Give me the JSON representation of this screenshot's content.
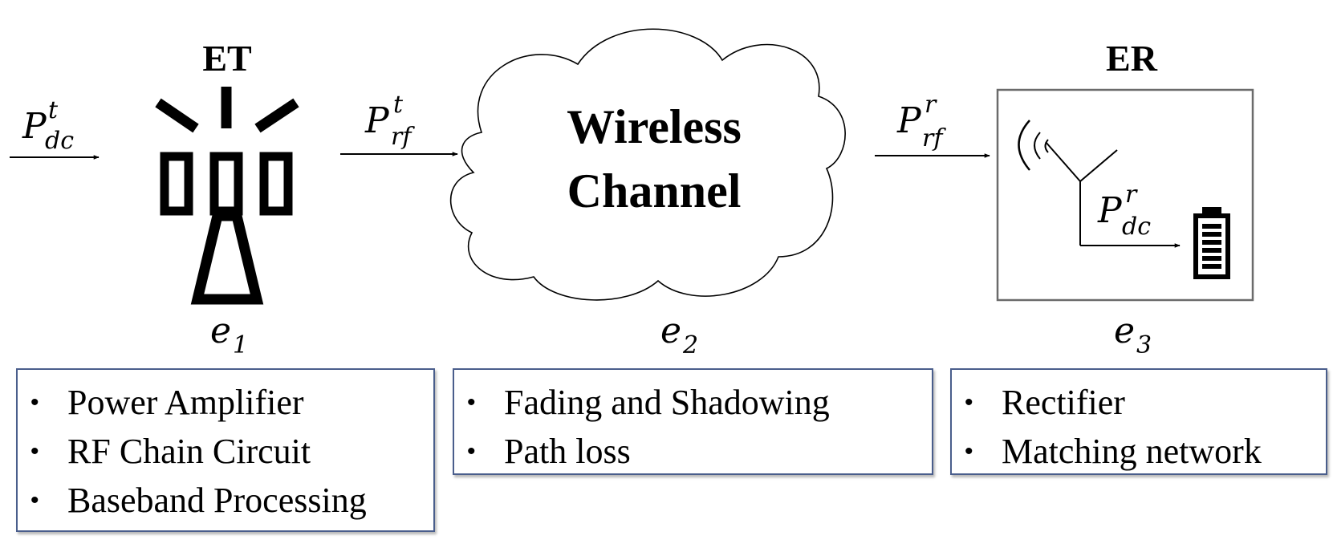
{
  "labels": {
    "et": "ET",
    "er": "ER",
    "cloud_line1": "Wireless",
    "cloud_line2": "Channel"
  },
  "power": {
    "p_dc_t": {
      "base": "P",
      "sup": "t",
      "sub": "dc"
    },
    "p_rf_t": {
      "base": "P",
      "sup": "t",
      "sub": "rf"
    },
    "p_rf_r": {
      "base": "P",
      "sup": "r",
      "sub": "rf"
    },
    "p_dc_r": {
      "base": "P",
      "sup": "r",
      "sub": "dc"
    }
  },
  "efficiency": {
    "e1": {
      "base": "e",
      "sub": "1"
    },
    "e2": {
      "base": "e",
      "sub": "2"
    },
    "e3": {
      "base": "e",
      "sub": "3"
    }
  },
  "boxes": {
    "transmitter": {
      "bullet": "•",
      "items": [
        "Power Amplifier",
        "RF Chain Circuit",
        "Baseband Processing"
      ]
    },
    "channel": {
      "bullet": "•",
      "items": [
        "Fading and Shadowing",
        "Path loss"
      ]
    },
    "receiver": {
      "bullet": "•",
      "items": [
        "Rectifier",
        "Matching network"
      ]
    }
  },
  "colors": {
    "box_border": "#4a5e8c",
    "receiver_frame": "#6b6b6b",
    "ink": "#000000"
  },
  "icons": [
    "tower-icon",
    "cloud-icon",
    "antenna-icon",
    "battery-icon"
  ]
}
